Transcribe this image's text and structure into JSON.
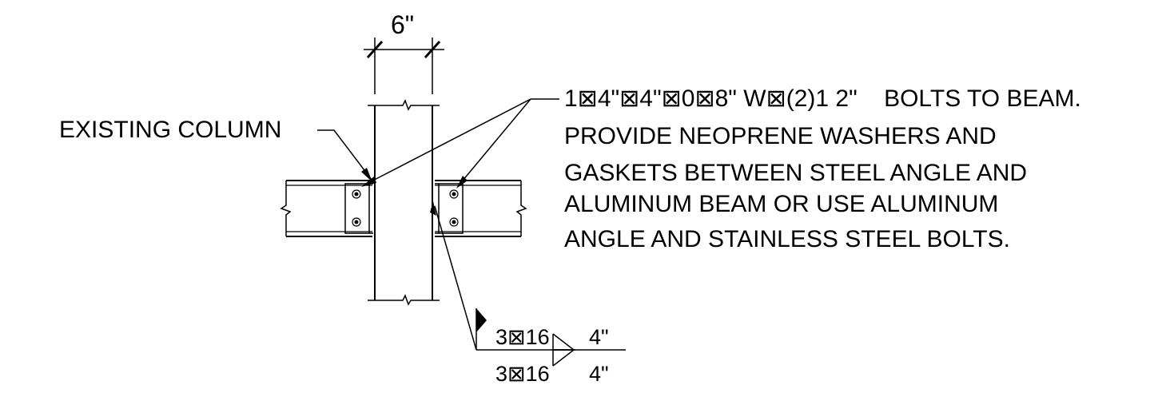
{
  "dimension": {
    "width_label": "6\""
  },
  "labels": {
    "existing_column": "EXISTING COLUMN"
  },
  "note": {
    "lines": [
      "1⊠4\"⊠4\"⊠0⊠8\" W⊠(2)1 2\"    BOLTS TO BEAM.",
      "PROVIDE NEOPRENE WASHERS AND",
      "GASKETS BETWEEN STEEL ANGLE AND",
      "ALUMINUM BEAM OR USE ALUMINUM",
      "ANGLE AND STAINLESS STEEL BOLTS."
    ]
  },
  "weld": {
    "top_size": "3⊠16",
    "top_length": "4\"",
    "bottom_size": "3⊠16",
    "bottom_length": "4\""
  },
  "colors": {
    "ink": "#000000",
    "paper": "#ffffff"
  }
}
